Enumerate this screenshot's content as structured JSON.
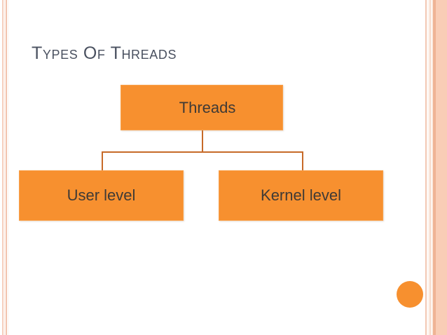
{
  "slide": {
    "title": "Types Of Threads",
    "background_color": "#ffffff",
    "title_color": "#4a5160",
    "accent_color": "#f7902f",
    "connector_color": "#c76a28",
    "edge_stripe_color": "#f9cdb6"
  },
  "diagram": {
    "type": "hierarchy",
    "root": {
      "label": "Threads"
    },
    "children": [
      {
        "label": "User level"
      },
      {
        "label": "Kernel level"
      }
    ]
  },
  "decor": {
    "circle_name": "orange-accent-circle"
  }
}
